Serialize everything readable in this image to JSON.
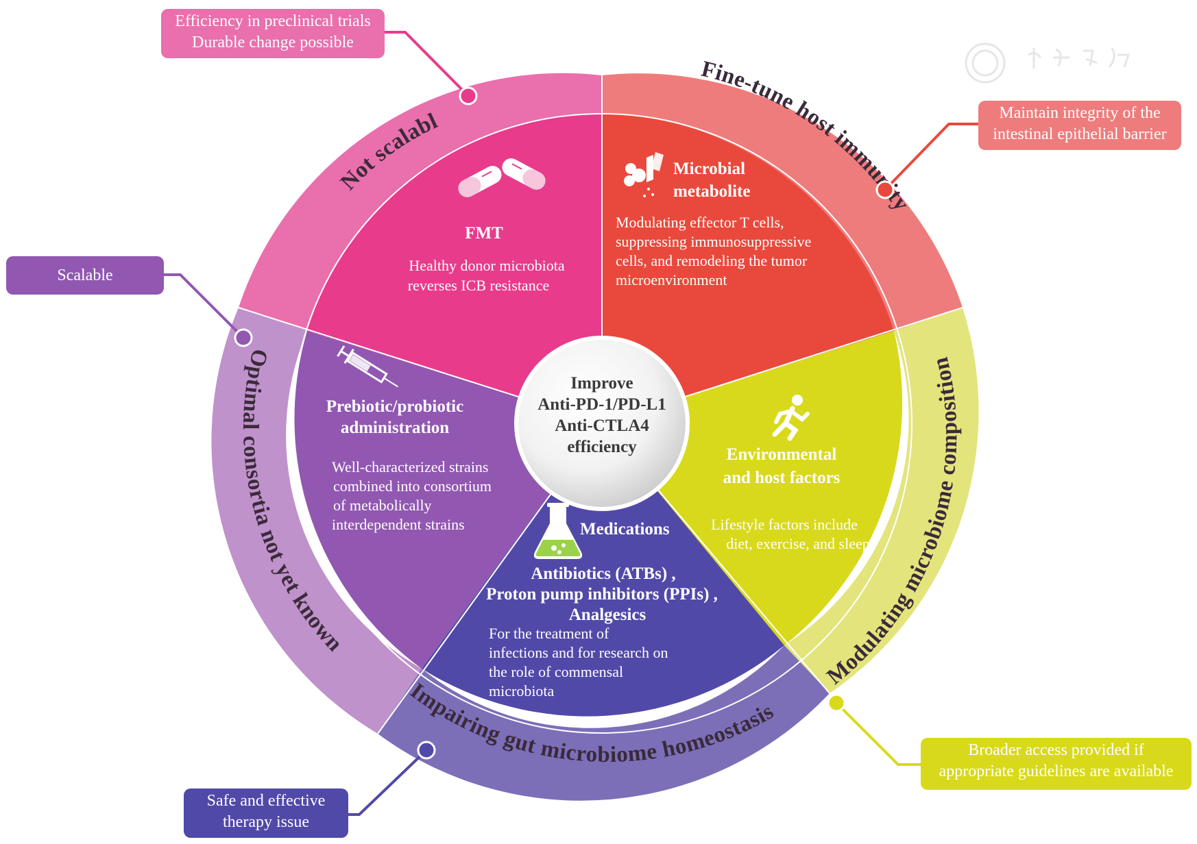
{
  "center": {
    "lines": [
      "Improve",
      "Anti-PD-1/PD-L1",
      "Anti-CTLA4",
      "efficiency"
    ]
  },
  "ring_labels": {
    "top_left": "Not scalable",
    "top_right": "Fine-tune host immunity",
    "right": "Modulating microbiome composition",
    "bottom": "Impairing gut microbiome homeostasis",
    "left": "Optimal consortia  not yet known"
  },
  "segments": {
    "fmt": {
      "title": "FMT",
      "body": [
        "Healthy donor microbiota",
        "reverses ICB resistance"
      ],
      "icon": "capsule-icon",
      "color": "#e83b8c"
    },
    "metabolite": {
      "title": [
        "Microbial",
        "metabolite"
      ],
      "body": [
        "Modulating effector T cells,",
        "suppressing immunosuppressive",
        "cells, and remodeling the tumor",
        "microenvironment"
      ],
      "icon": "metabolite-icon",
      "color": "#e9493c"
    },
    "environment": {
      "title": [
        "Environmental",
        "and host factors"
      ],
      "body": [
        "Lifestyle factors include",
        "diet, exercise, and sleep"
      ],
      "icon": "runner-icon",
      "color": "#d9d91c"
    },
    "medications": {
      "title": "Medications",
      "subtitle": [
        "Antibiotics (ATBs) ,",
        "Proton pump inhibitors (PPIs) ,",
        "Analgesics"
      ],
      "body": [
        "For the treatment of",
        "infections and for research on",
        "the role of commensal",
        "microbiota"
      ],
      "icon": "flask-icon",
      "color": "#5149a8"
    },
    "probiotic": {
      "title": [
        "Prebiotic/probiotic",
        "administration"
      ],
      "body": [
        "Well-characterized strains",
        "combined into consortium",
        "of metabolically",
        "interdependent strains"
      ],
      "icon": "syringe-icon",
      "color": "#9157b1"
    }
  },
  "callouts": {
    "fmt": {
      "lines": [
        "Efficiency in preclinical trials",
        "Durable change possible"
      ],
      "color": "#e96fad"
    },
    "metabolite": {
      "lines": [
        "Maintain integrity of the",
        "intestinal epithelial barrier"
      ],
      "color": "#ee7c7c"
    },
    "probiotic": {
      "lines": [
        "Scalable"
      ],
      "color": "#9157b1"
    },
    "medications": {
      "lines": [
        "Safe and effective",
        "therapy issue"
      ],
      "color": "#5149a8"
    },
    "environment": {
      "lines": [
        "Broader access provided if",
        "appropriate guidelines are available"
      ],
      "color": "#d9d91c"
    }
  },
  "watermark": "watermark-seal-icon"
}
